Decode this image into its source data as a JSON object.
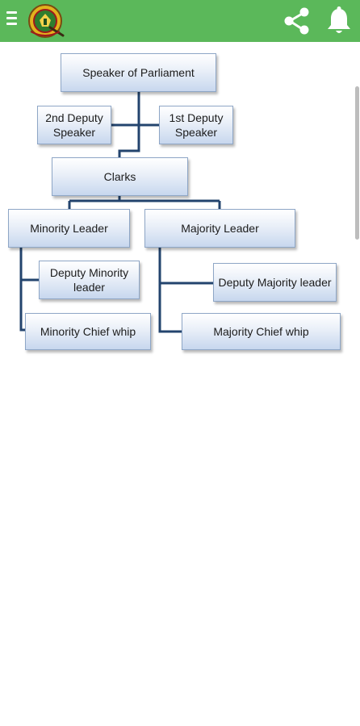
{
  "appbar": {
    "background": "#5bb85a",
    "menu_icon": "hamburger-menu-icon",
    "logo_icon": "parliament-logo-icon",
    "share_icon": "share-icon",
    "notification_icon": "bell-icon"
  },
  "org_chart": {
    "speaker": "Speaker of Parliament",
    "second_deputy": "2nd Deputy Speaker",
    "first_deputy": "1st Deputy Speaker",
    "clarks": "Clarks",
    "minority_leader": "Minority  Leader",
    "majority_leader": "Majority Leader",
    "deputy_minority": "Deputy Minority leader",
    "deputy_majority": "Deputy Majority leader",
    "minority_whip": "Minority  Chief whip",
    "majority_whip": "Majority Chief whip",
    "line_color": "#23446e"
  }
}
